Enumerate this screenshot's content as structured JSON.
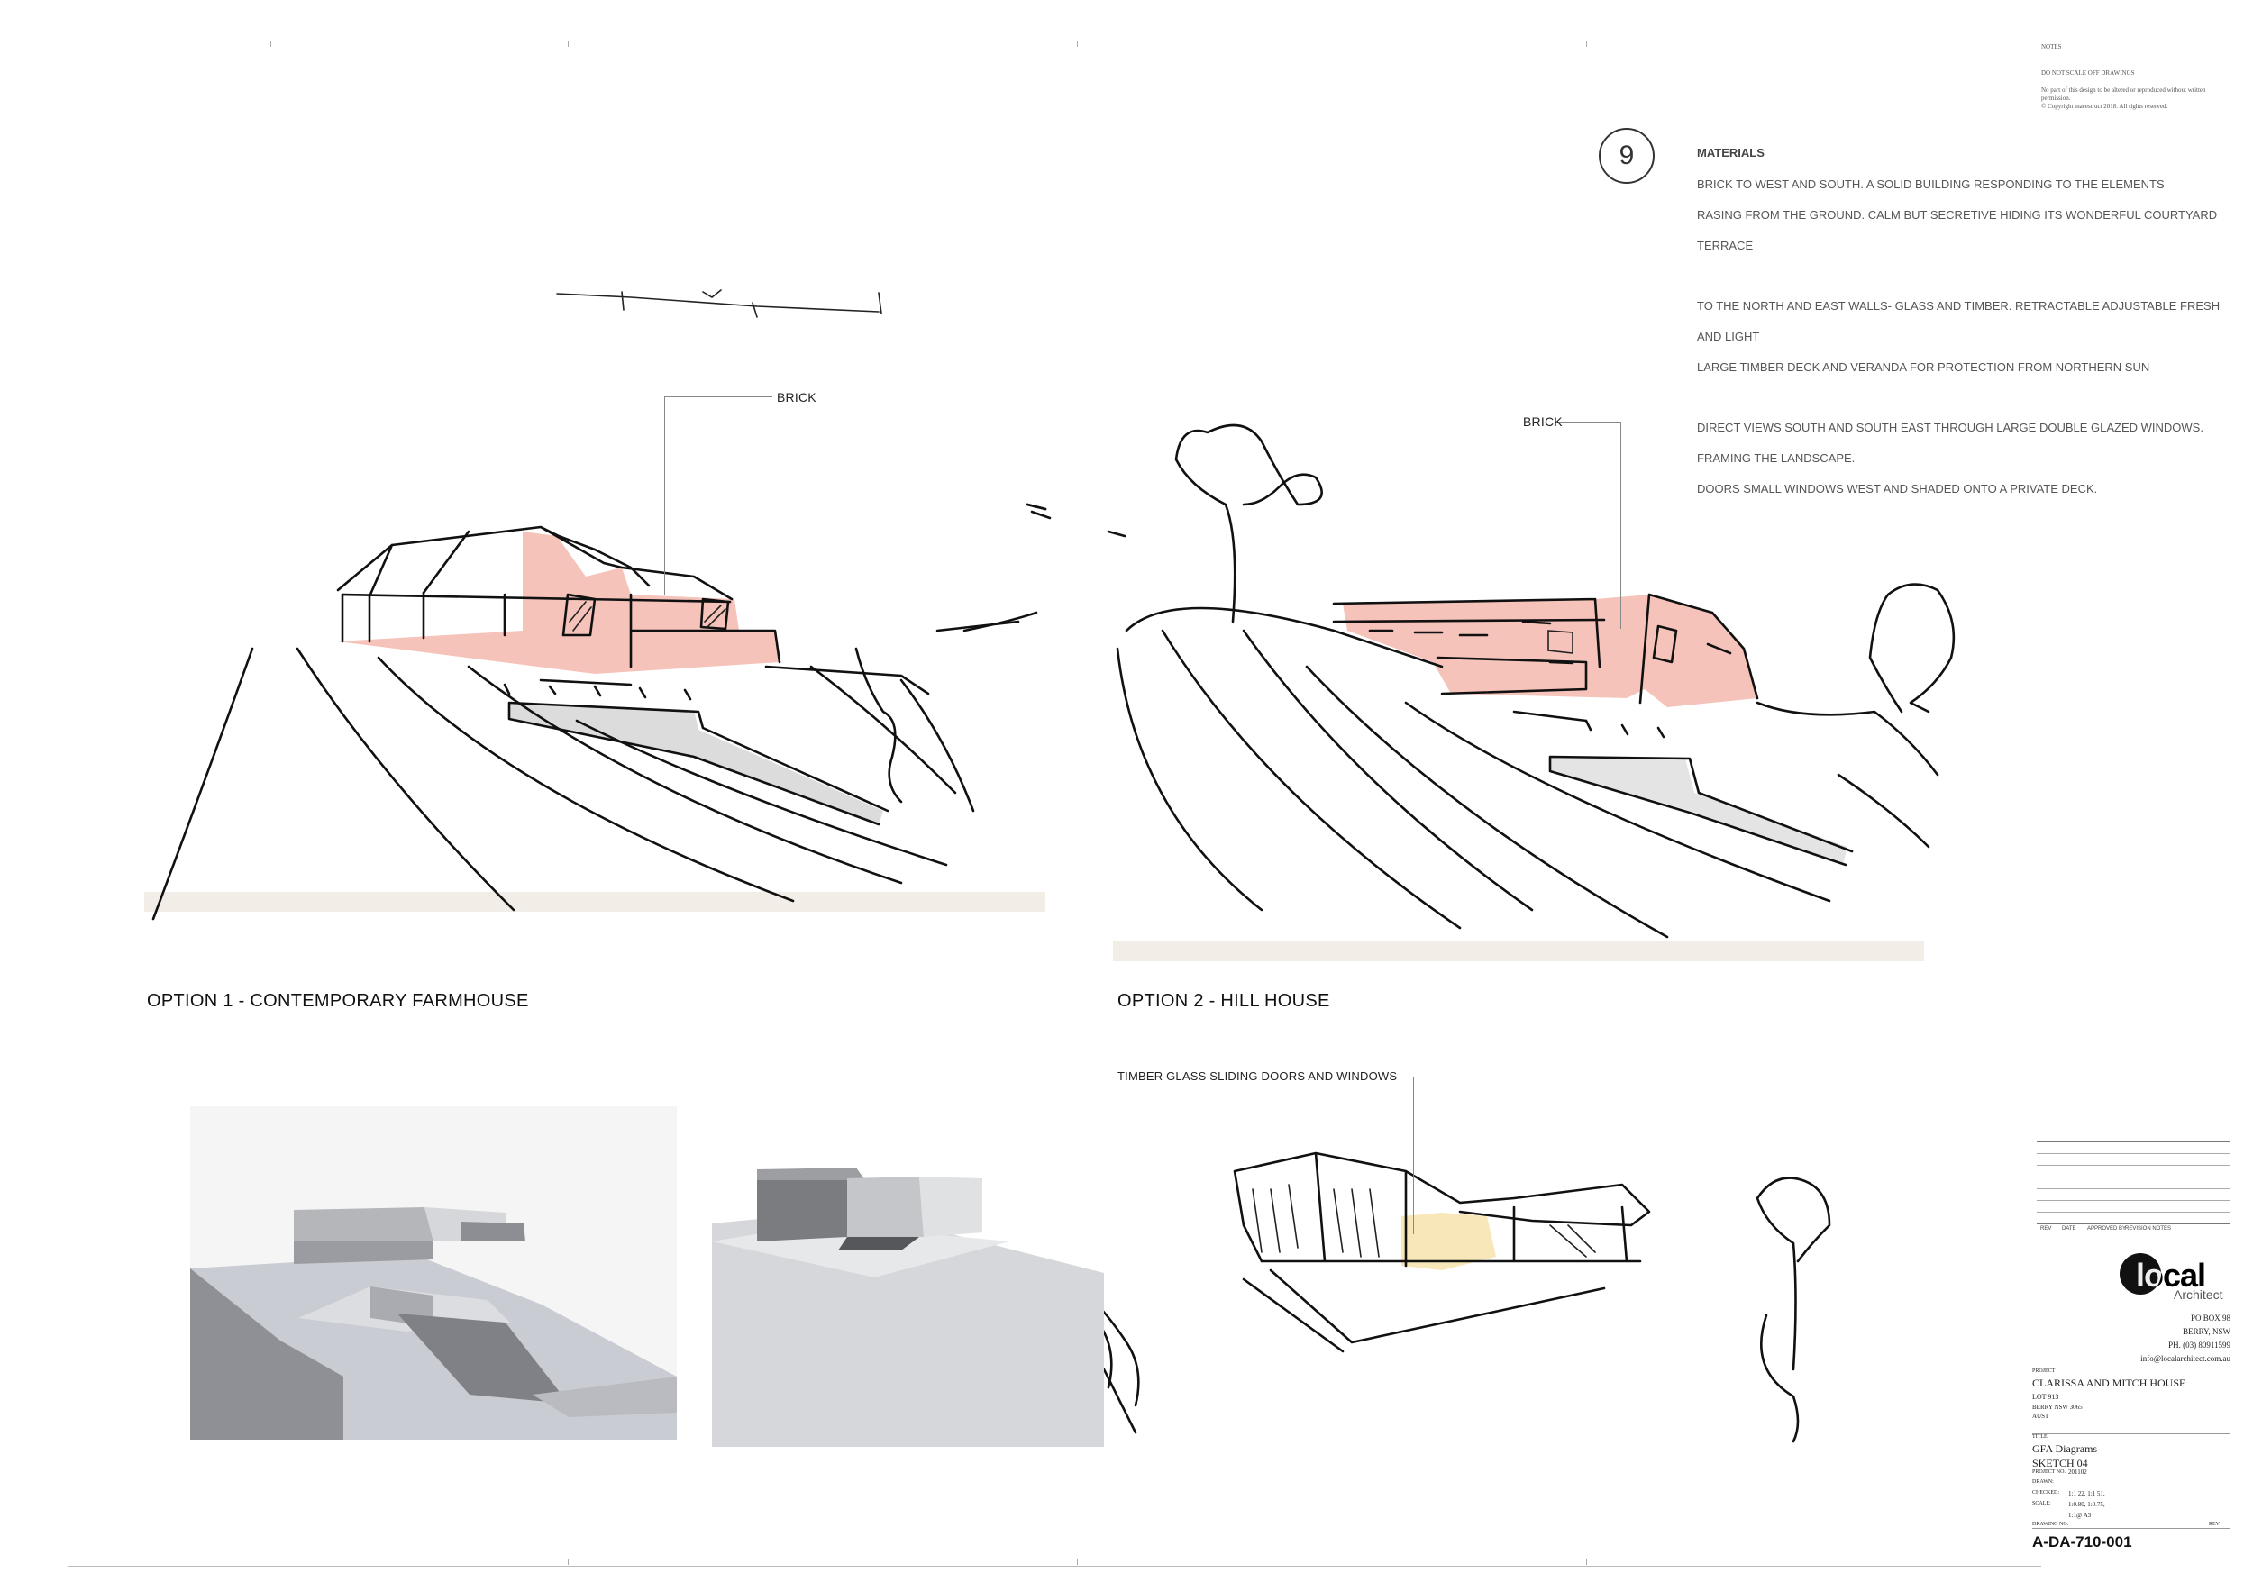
{
  "notes": {
    "heading": "NOTES",
    "line1": "DO NOT SCALE OFF DRAWINGS",
    "line2": "No part of this design to be altered or reproduced without written",
    "line3": "permission.",
    "line4": "© Copyright macestruct 2018. All rights reserved."
  },
  "materials": {
    "number": "9",
    "title": "MATERIALS",
    "lines": [
      "BRICK TO WEST AND SOUTH. A SOLID BUILDING RESPONDING TO THE ELEMENTS",
      "RASING FROM THE GROUND. CALM BUT SECRETIVE HIDING ITS WONDERFUL COURTYARD",
      "TERRACE",
      "TO THE NORTH AND EAST WALLS-  GLASS AND  TIMBER. RETRACTABLE ADJUSTABLE FRESH",
      "AND LIGHT",
      "LARGE TIMBER DECK AND VERANDA FOR PROTECTION FROM NORTHERN SUN",
      "DIRECT VIEWS SOUTH AND SOUTH EAST THROUGH LARGE DOUBLE GLAZED WINDOWS.",
      "FRAMING THE LANDSCAPE.",
      "DOORS SMALL WINDOWS WEST AND SHADED ONTO A PRIVATE DECK."
    ]
  },
  "callouts": {
    "brick1": "BRICK",
    "brick2": "BRICK",
    "timber": "TIMBER GLASS SLIDING DOORS  AND WINDOWS"
  },
  "options": {
    "option1": "OPTION 1 - CONTEMPORARY FARMHOUSE",
    "option2": "OPTION 2 - HILL HOUSE"
  },
  "revision_table": {
    "headers": [
      "REV",
      "DATE",
      "APPROVED BY",
      "REVISION NOTES"
    ]
  },
  "logo": {
    "word": "local",
    "sub": "Architect"
  },
  "contact": {
    "line1": "PO BOX 98",
    "line2": "BERRY, NSW",
    "line3": "PH. (03) 80911599",
    "line4": "info@localarchitect.com.au"
  },
  "project": {
    "label": "PROJECT",
    "name": "CLARISSA AND MITCH HOUSE",
    "lot": "LOT 913",
    "suburb": "BERRY NSW 3065",
    "country": "AUST"
  },
  "title_block": {
    "title_label": "TITLE",
    "title1": "GFA Diagrams",
    "title2": "SKETCH 04",
    "project_no_label": "PROJECT NO.",
    "project_no": "201102",
    "drawn_label": "DRAWN:",
    "checked_label": "CHECKED:",
    "scale_label": "SCALE:",
    "scale1": "1:1 22, 1:1 51,",
    "scale2": "1:0.80, 1:0.75,",
    "scale3": "1:1@ A3",
    "drawing_no_label": "DRAWING NO.",
    "rev_label": "REV",
    "drawing_no": "A-DA-710-001"
  }
}
